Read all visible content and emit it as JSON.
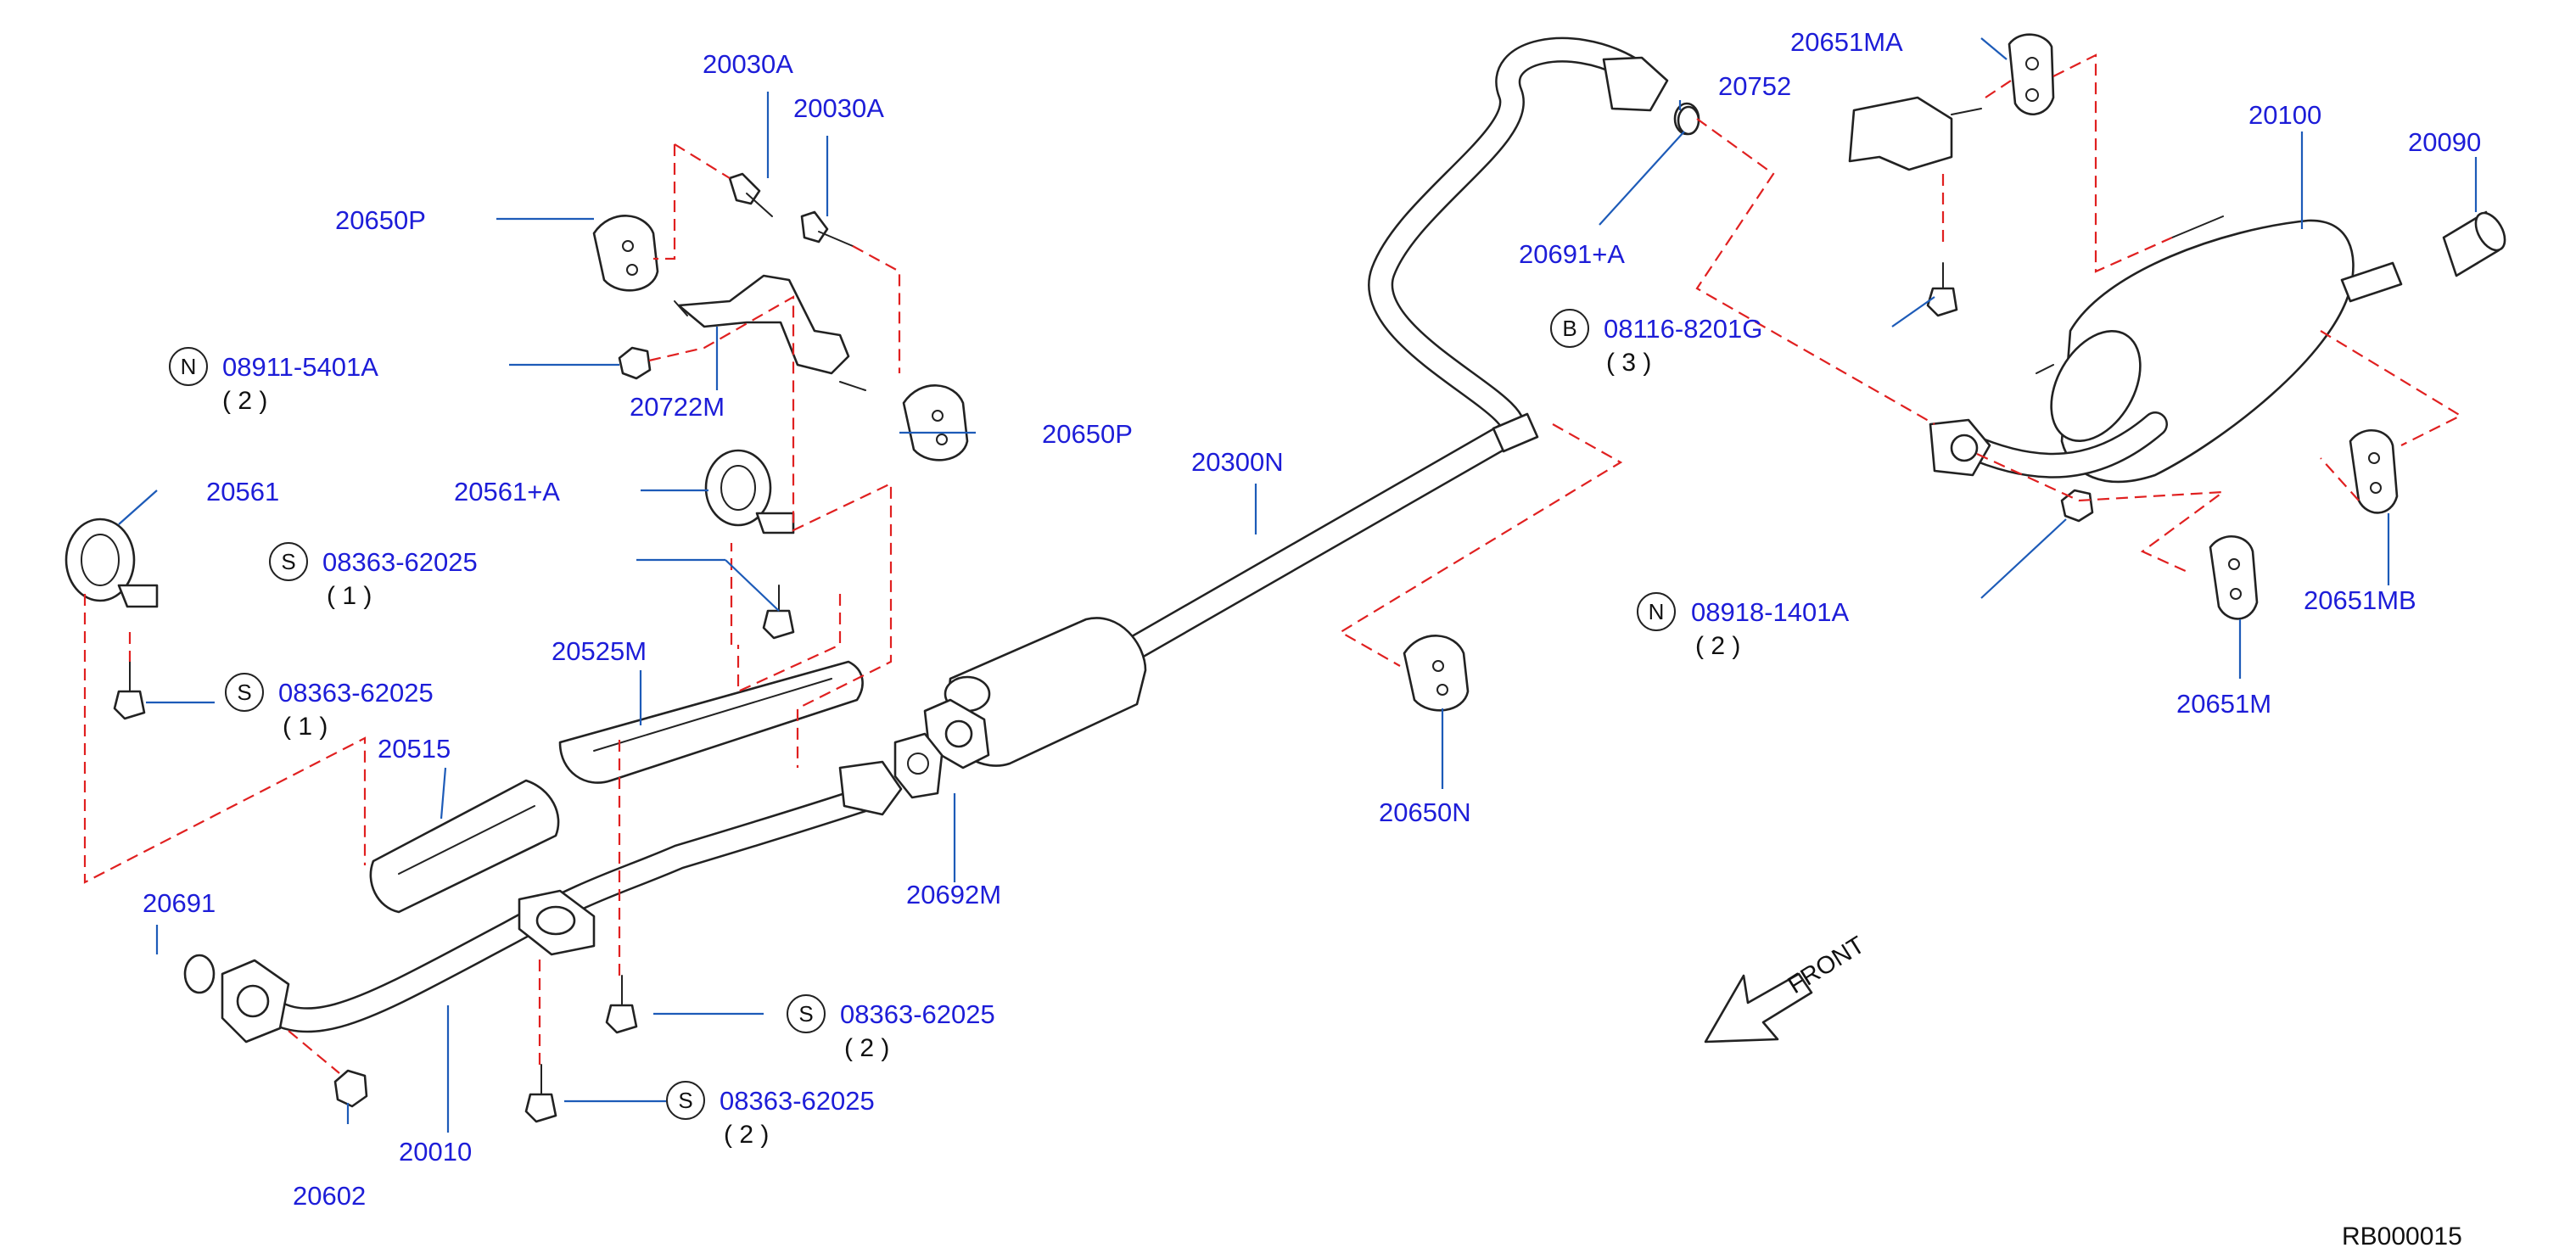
{
  "diagram": {
    "reference_code": "RB000015",
    "front_label": "FRONT",
    "parts": [
      {
        "id": "p20030A_1",
        "number": "20030A"
      },
      {
        "id": "p20030A_2",
        "number": "20030A"
      },
      {
        "id": "p20650P_1",
        "number": "20650P"
      },
      {
        "id": "p20722M",
        "number": "20722M"
      },
      {
        "id": "p20650P_2",
        "number": "20650P"
      },
      {
        "id": "p20561",
        "number": "20561"
      },
      {
        "id": "p20561A",
        "number": "20561+A"
      },
      {
        "id": "p20525M",
        "number": "20525M"
      },
      {
        "id": "p20515",
        "number": "20515"
      },
      {
        "id": "p20691",
        "number": "20691"
      },
      {
        "id": "p20602",
        "number": "20602"
      },
      {
        "id": "p20010",
        "number": "20010"
      },
      {
        "id": "p20692M",
        "number": "20692M"
      },
      {
        "id": "p20300N",
        "number": "20300N"
      },
      {
        "id": "p20650N",
        "number": "20650N"
      },
      {
        "id": "p20752",
        "number": "20752"
      },
      {
        "id": "p20691A",
        "number": "20691+A"
      },
      {
        "id": "p20651MA",
        "number": "20651MA"
      },
      {
        "id": "p20100",
        "number": "20100"
      },
      {
        "id": "p20090",
        "number": "20090"
      },
      {
        "id": "p20651MB",
        "number": "20651MB"
      },
      {
        "id": "p20651M",
        "number": "20651M"
      }
    ],
    "fasteners": [
      {
        "id": "f1",
        "prefix": "N",
        "number": "08911-5401A",
        "qty": "( 2 )"
      },
      {
        "id": "f2",
        "prefix": "S",
        "number": "08363-62025",
        "qty": "( 1 )"
      },
      {
        "id": "f3",
        "prefix": "S",
        "number": "08363-62025",
        "qty": "( 1 )"
      },
      {
        "id": "f4",
        "prefix": "S",
        "number": "08363-62025",
        "qty": "( 2 )"
      },
      {
        "id": "f5",
        "prefix": "S",
        "number": "08363-62025",
        "qty": "( 2 )"
      },
      {
        "id": "f6",
        "prefix": "B",
        "number": "08116-8201G",
        "qty": "( 3 )"
      },
      {
        "id": "f7",
        "prefix": "N",
        "number": "08918-1401A",
        "qty": "( 2 )"
      }
    ]
  }
}
